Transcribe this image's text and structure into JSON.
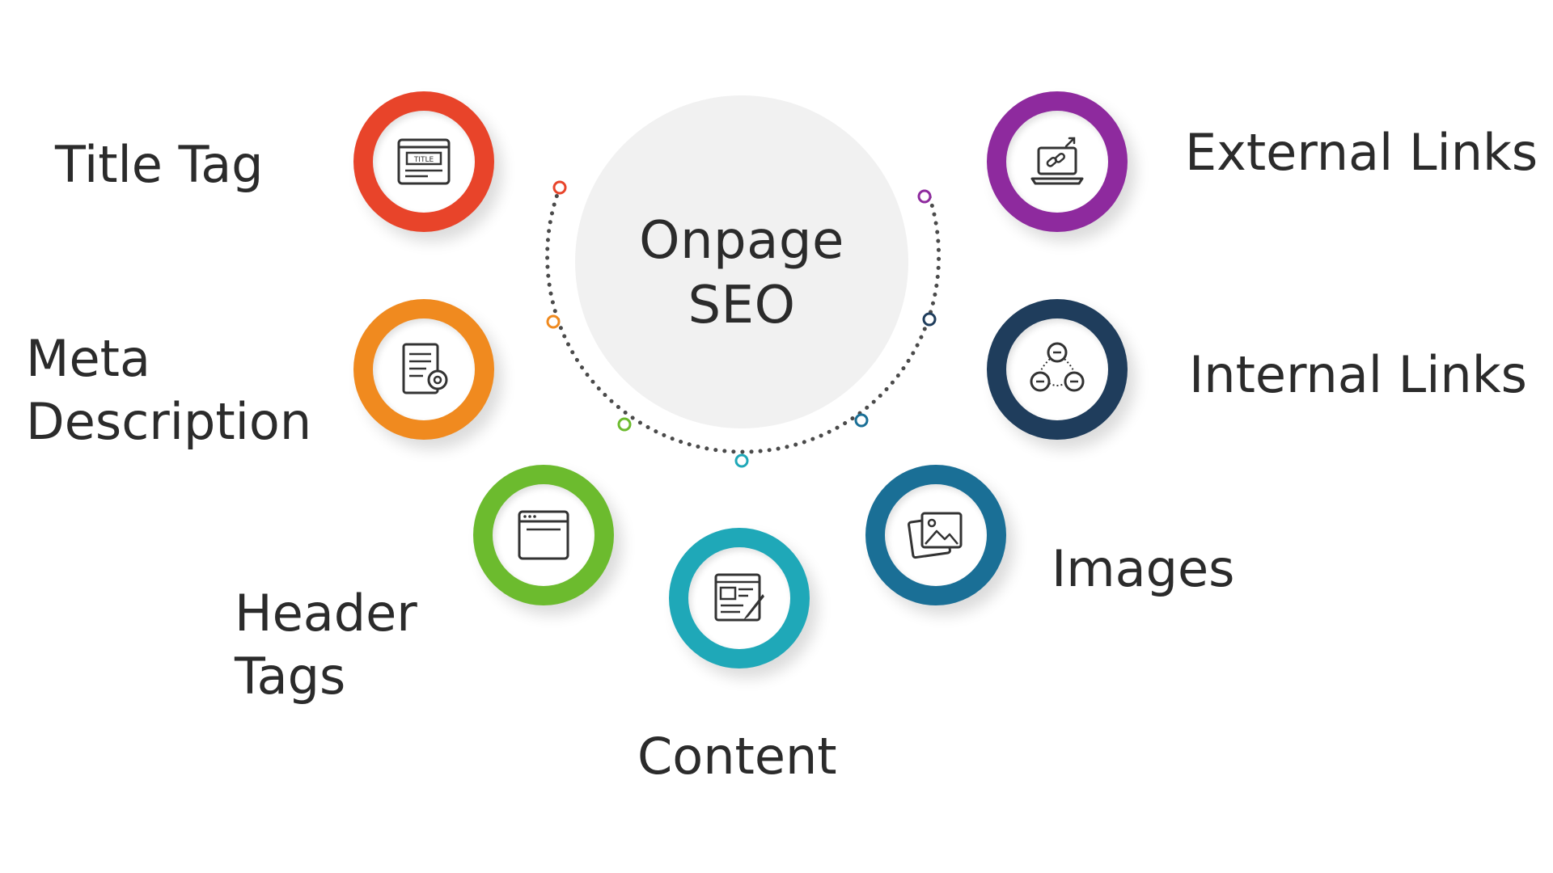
{
  "center": {
    "line1": "Onpage",
    "line2": "SEO"
  },
  "items": [
    {
      "id": "title-tag",
      "label": "Title Tag",
      "color": "#e8442a",
      "icon": "title-window-icon"
    },
    {
      "id": "meta-description",
      "label_line1": "Meta",
      "label_line2": "Description",
      "color": "#f08a1f",
      "icon": "document-gear-icon"
    },
    {
      "id": "header-tags",
      "label_line1": "Header",
      "label_line2": "Tags",
      "color": "#6cbb2e",
      "icon": "browser-window-icon"
    },
    {
      "id": "content",
      "label": "Content",
      "color": "#1fa8b8",
      "icon": "article-pen-icon"
    },
    {
      "id": "images",
      "label": "Images",
      "color": "#1a6f96",
      "icon": "image-stack-icon"
    },
    {
      "id": "internal-links",
      "label": "Internal Links",
      "color": "#1f3d5c",
      "icon": "linked-nodes-icon"
    },
    {
      "id": "external-links",
      "label": "External Links",
      "color": "#8e2a9e",
      "icon": "laptop-link-icon"
    }
  ],
  "colors": {
    "title_tag": "#e8442a",
    "meta_description": "#f08a1f",
    "header_tags": "#6cbb2e",
    "content": "#1fa8b8",
    "images": "#1a6f96",
    "internal_links": "#1f3d5c",
    "external_links": "#8e2a9e",
    "center_disc": "#f1f1f1"
  }
}
